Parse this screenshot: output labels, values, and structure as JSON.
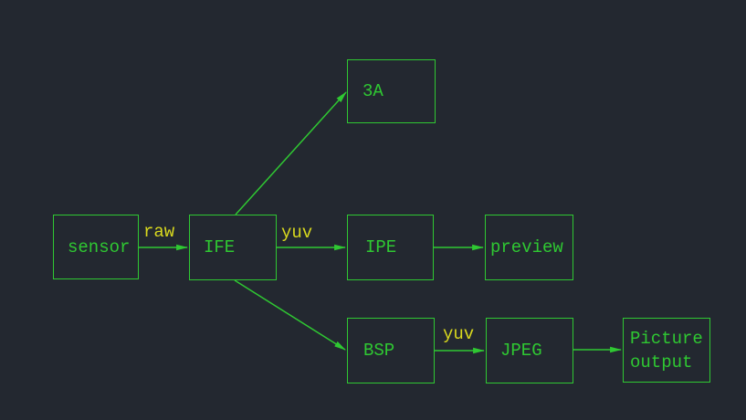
{
  "colors": {
    "background": "#232830",
    "shape_green": "#2fc832",
    "edge_label_yellow": "#d9d91e"
  },
  "diagram": {
    "type": "flowchart",
    "nodes": {
      "sensor": {
        "label": "sensor"
      },
      "ife": {
        "label": "IFE"
      },
      "three_a": {
        "label": "3A"
      },
      "ipe": {
        "label": "IPE"
      },
      "preview": {
        "label": "preview"
      },
      "bsp": {
        "label": "BSP"
      },
      "jpeg": {
        "label": "JPEG"
      },
      "picture_output": {
        "lines": [
          "Picture",
          "output"
        ]
      }
    },
    "edges": [
      {
        "from": "sensor",
        "to": "ife",
        "label": "raw"
      },
      {
        "from": "ife",
        "to": "three_a",
        "label": ""
      },
      {
        "from": "ife",
        "to": "ipe",
        "label": "yuv"
      },
      {
        "from": "ipe",
        "to": "preview",
        "label": ""
      },
      {
        "from": "ife",
        "to": "bsp",
        "label": ""
      },
      {
        "from": "bsp",
        "to": "jpeg",
        "label": "yuv"
      },
      {
        "from": "jpeg",
        "to": "picture_output",
        "label": ""
      }
    ]
  }
}
